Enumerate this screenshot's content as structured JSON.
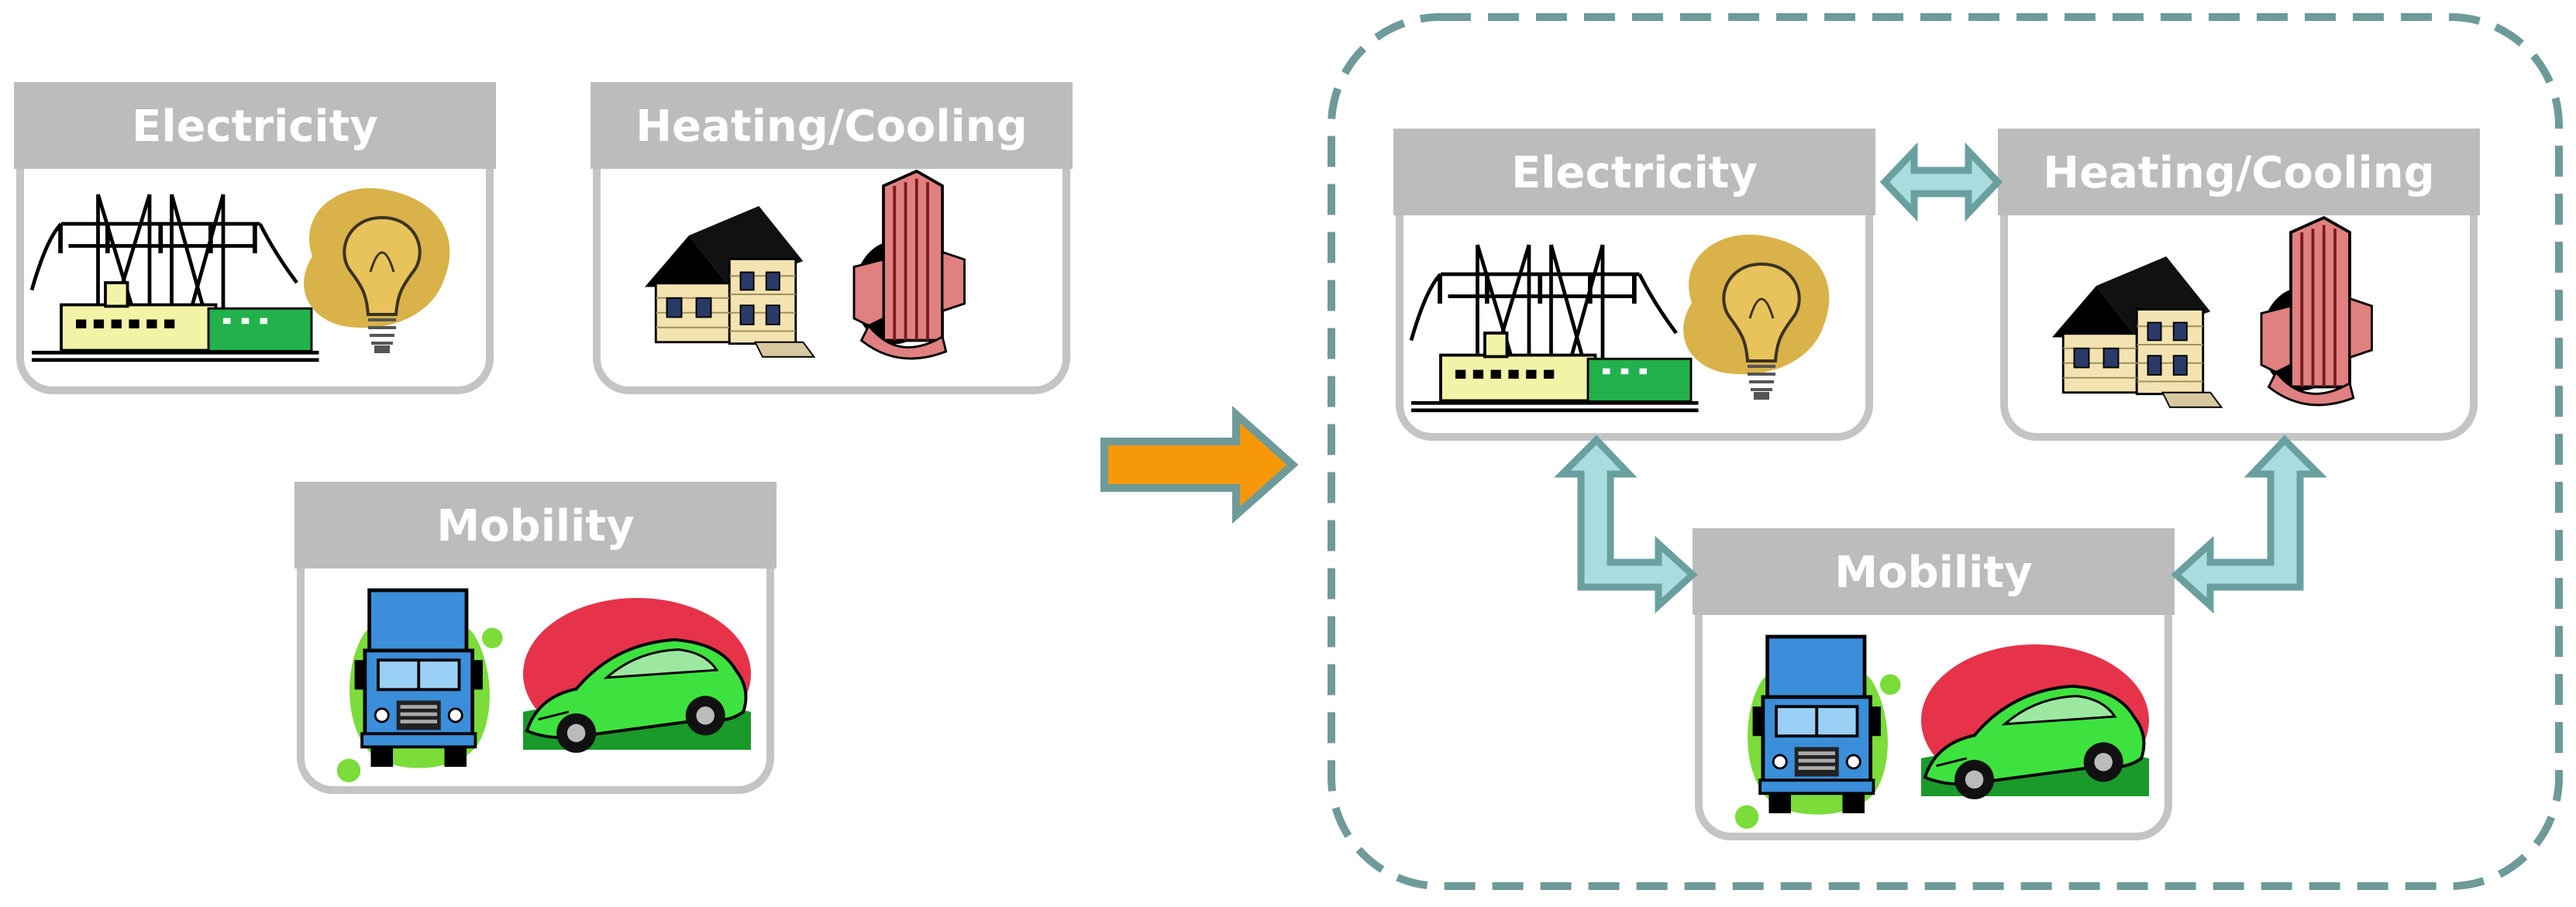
{
  "left": {
    "electricity": {
      "label": "Electricity",
      "icons": [
        "power-pylon-icon",
        "light-bulb-icon"
      ]
    },
    "heating_cooling": {
      "label": "Heating/Cooling",
      "icons": [
        "house-icon",
        "skyscraper-icon"
      ]
    },
    "mobility": {
      "label": "Mobility",
      "icons": [
        "truck-icon",
        "car-icon"
      ]
    }
  },
  "right": {
    "electricity": {
      "label": "Electricity",
      "icons": [
        "power-pylon-icon",
        "light-bulb-icon"
      ]
    },
    "heating_cooling": {
      "label": "Heating/Cooling",
      "icons": [
        "house-icon",
        "skyscraper-icon"
      ]
    },
    "mobility": {
      "label": "Mobility",
      "icons": [
        "truck-icon",
        "car-icon"
      ]
    }
  },
  "colors": {
    "header_gray": "#bcbcbc",
    "box_border": "#c4c4c4",
    "transition_arrow": "#f7980a",
    "transition_arrow_border": "#6e9a9a",
    "link_arrow_fill": "#a9dcdf",
    "link_arrow_border": "#6a9f9f",
    "dashed_border": "#6f9a9a"
  }
}
